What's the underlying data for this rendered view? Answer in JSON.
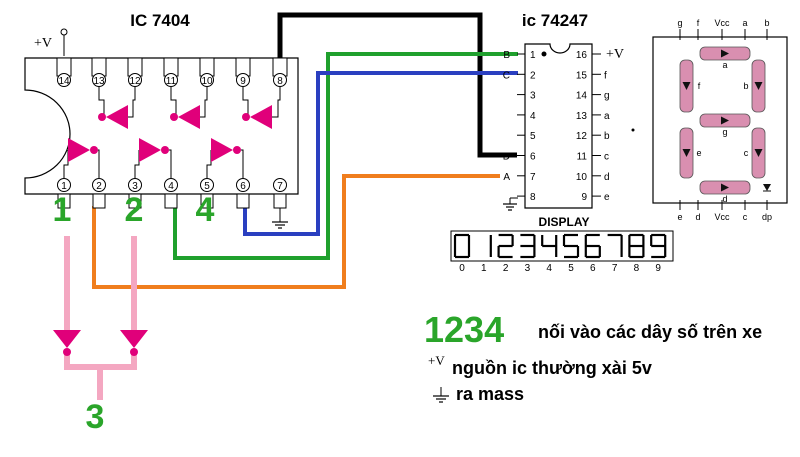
{
  "ic1": {
    "title": "IC 7404",
    "vcc": "+V",
    "top_pins": [
      "14",
      "13",
      "12",
      "11",
      "10",
      "9",
      "8"
    ],
    "bottom_pins": [
      "1",
      "2",
      "3",
      "4",
      "5",
      "6",
      "7"
    ]
  },
  "ic2": {
    "title": "ic 74247",
    "vcc": "+V",
    "left_pins": [
      {
        "num": "1",
        "name": "B"
      },
      {
        "num": "2",
        "name": "C"
      },
      {
        "num": "3",
        "name": ""
      },
      {
        "num": "4",
        "name": ""
      },
      {
        "num": "5",
        "name": ""
      },
      {
        "num": "6",
        "name": "D"
      },
      {
        "num": "7",
        "name": "A"
      },
      {
        "num": "8",
        "name": ""
      }
    ],
    "right_pins": [
      {
        "num": "16",
        "name": ""
      },
      {
        "num": "15",
        "name": "f"
      },
      {
        "num": "14",
        "name": "g"
      },
      {
        "num": "13",
        "name": "a"
      },
      {
        "num": "12",
        "name": "b"
      },
      {
        "num": "11",
        "name": "c"
      },
      {
        "num": "10",
        "name": "d"
      },
      {
        "num": "9",
        "name": "e"
      }
    ]
  },
  "display": {
    "label": "DISPLAY",
    "digits": [
      "0",
      "1",
      "2",
      "3",
      "4",
      "5",
      "6",
      "7",
      "8",
      "9"
    ]
  },
  "seg7": {
    "top_pins": [
      "g",
      "f",
      "Vcc",
      "a",
      "b"
    ],
    "bottom_pins": [
      "e",
      "d",
      "Vcc",
      "c",
      "dp"
    ],
    "segments": [
      "a",
      "b",
      "c",
      "d",
      "e",
      "f",
      "g"
    ]
  },
  "markers": {
    "m1": "1",
    "m2": "2",
    "m3": "3",
    "m4": "4"
  },
  "colors": {
    "black": "#000000",
    "green": "#1fa02d",
    "blue": "#2a3fc0",
    "orange": "#f07e1d",
    "pink": "#f4a7c1",
    "gate": "#e0007a",
    "marker": "#2aa52a",
    "segment": "#d98fb0"
  },
  "notes": {
    "big": "1234",
    "line1": "nối vào các dây số trên xe",
    "vplus": "+V",
    "line2": "nguồn ic thường xài 5v",
    "line3": "ra mass"
  }
}
